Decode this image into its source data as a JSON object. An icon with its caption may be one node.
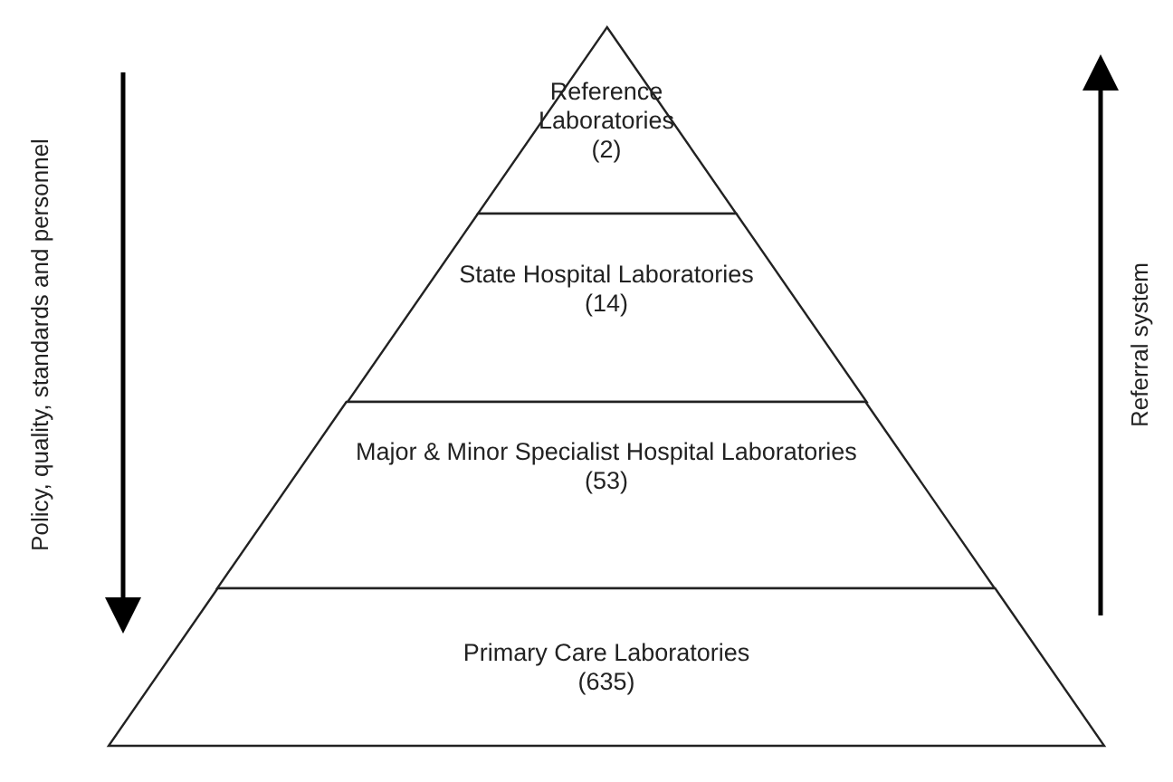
{
  "diagram": {
    "nodes": [
      {
        "text": [
          "Reference Laboratories",
          "(2)"
        ]
      },
      {
        "text": [
          "State Hospital Laboratories",
          "(14)"
        ]
      },
      {
        "text": [
          "Major & Minor Specialist Hospital Laboratories",
          "(53)"
        ]
      },
      {
        "text": [
          "Primary Care Laboratories",
          "(635)"
        ]
      }
    ],
    "edges": [],
    "labels": [
      "Policy, quality, standards and personnel",
      "Referral system"
    ]
  }
}
